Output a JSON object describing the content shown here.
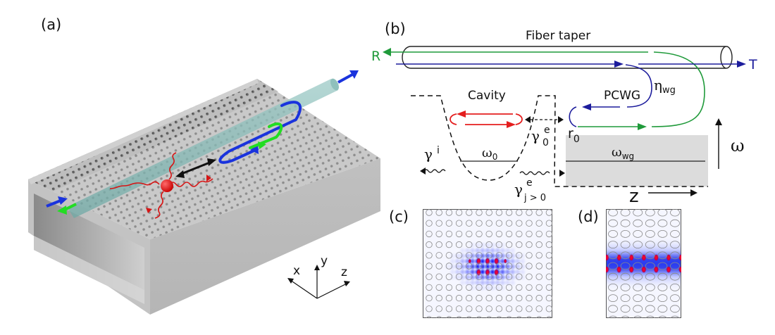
{
  "figure": {
    "panels": {
      "a": {
        "label": "(a)",
        "axes": {
          "x": "x",
          "y": "y",
          "z": "z"
        },
        "elements": [
          "photonic-crystal-membrane",
          "fiber-taper",
          "quantum-emitter",
          "coupling-arrow",
          "pcwg-mode-loop",
          "reflected-mode-loop"
        ]
      },
      "b": {
        "label": "(b)",
        "fiber_taper_label": "Fiber taper",
        "reflection_label": "R",
        "transmission_label": "T",
        "eta_label": "η",
        "eta_sub": "wg",
        "cavity_label": "Cavity",
        "pcwg_label": "PCWG",
        "gamma_e0_main": "γ",
        "gamma_e0_sup": "e",
        "gamma_e0_sub": "0",
        "r0_main": "r",
        "r0_sub": "0",
        "gamma_i_main": "γ",
        "gamma_i_sup": "i",
        "omega0_main": "ω",
        "omega0_sub": "0",
        "omega_wg_main": "ω",
        "omega_wg_sub": "wg",
        "gamma_ej_main": "γ",
        "gamma_ej_sup": "e",
        "gamma_ej_sub": "j > 0",
        "omega_axis_label": "ω",
        "z_axis_label": "z"
      },
      "c": {
        "label": "(c)",
        "description": "cavity mode field profile",
        "hole_cols": 13,
        "hole_rows": 11
      },
      "d": {
        "label": "(d)",
        "description": "waveguide mode field profile",
        "hole_cols": 6,
        "hole_rows": 11
      }
    },
    "colors": {
      "blue": "#1c1c9c",
      "green": "#1f9a3a",
      "red": "#e41e1e",
      "gray_band": "#dcdcdc",
      "fiber_3d": "#7fb6b2",
      "slab": "#b9b9b9",
      "bright_blue": "#1a33dd",
      "bright_green": "#22dd22"
    }
  }
}
